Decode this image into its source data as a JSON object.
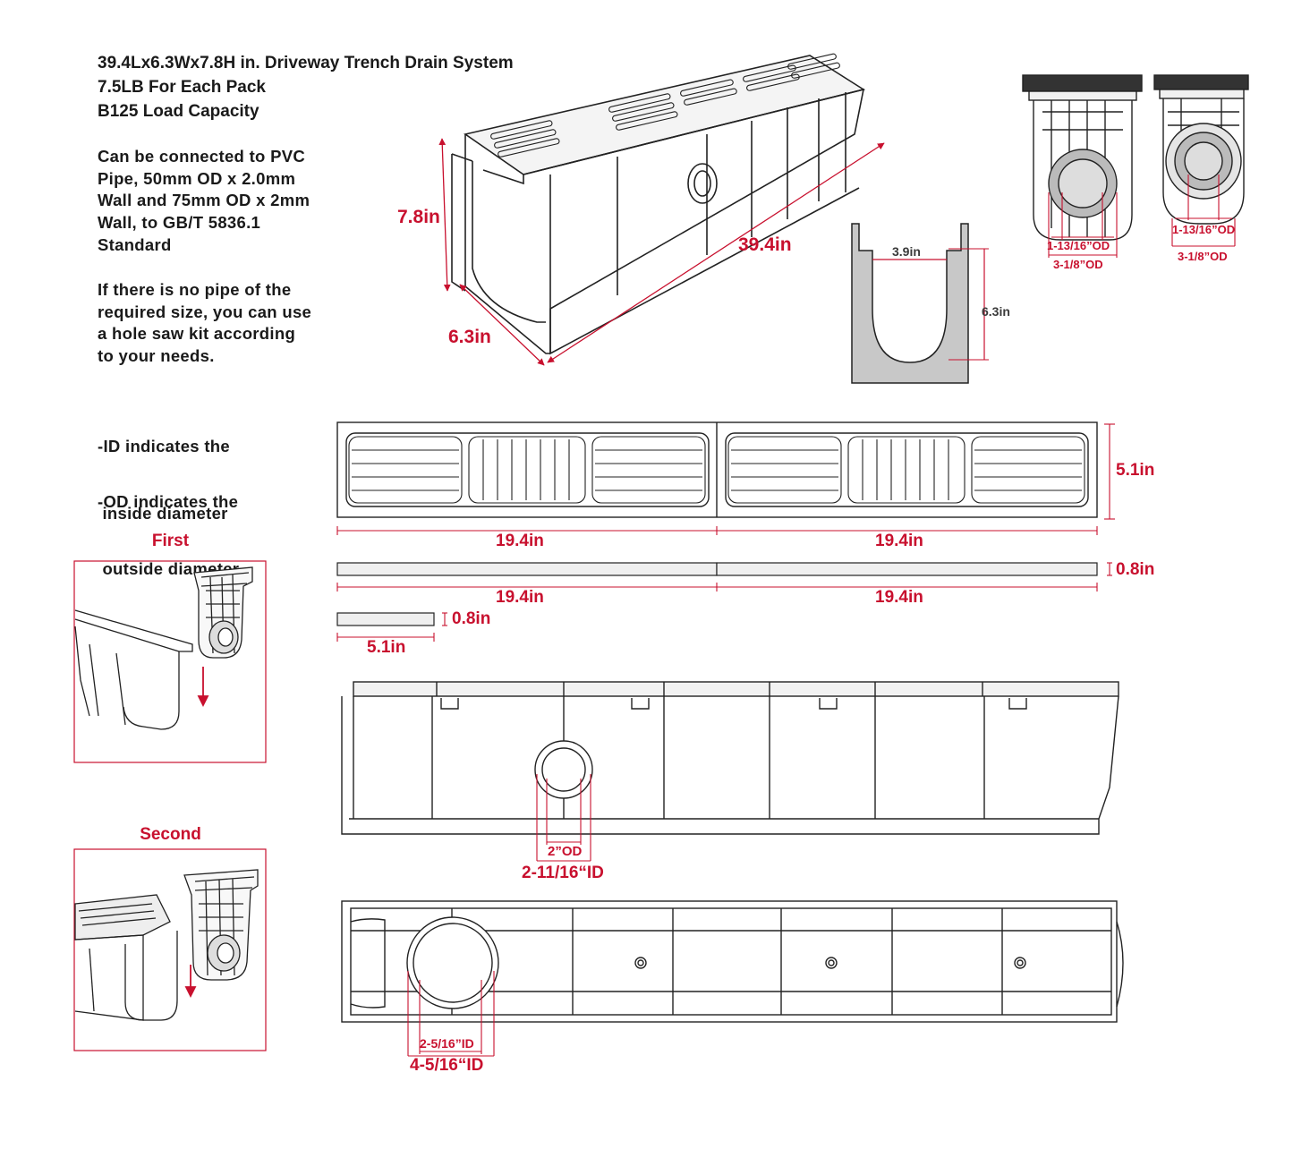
{
  "specs": {
    "line1": "39.4Lx6.3Wx7.8H in. Driveway Trench Drain System",
    "line2": "7.5LB For Each Pack",
    "line3": "B125 Load Capacity"
  },
  "connection_text": [
    "Can be connected to PVC",
    "Pipe, 50mm OD x 2.0mm",
    "Wall and 75mm OD x 2mm",
    "Wall, to GB/T 5836.1",
    "Standard"
  ],
  "holesaw_text": [
    "If there is no pipe of the",
    "required size, you can use",
    "a hole saw kit according",
    "to your needs."
  ],
  "id_note": [
    "-ID indicates the",
    " inside diameter"
  ],
  "od_note": [
    "-OD indicates the",
    " outside diameter"
  ],
  "steps": {
    "first": "First",
    "second": "Second"
  },
  "dims": {
    "height": "7.8in",
    "length": "39.4in",
    "width": "6.3in",
    "section_top": "3.9in",
    "section_height": "6.3in",
    "cap_left_inner": "1-13/16”OD",
    "cap_left_outer": "3-1/8”OD",
    "cap_right_inner": "1-13/16”OD",
    "cap_right_outer": "3-1/8”OD",
    "grate_height": "5.1in",
    "grate_left": "19.4in",
    "grate_right": "19.4in",
    "bar_thickness": "0.8in",
    "bar_left": "19.4in",
    "bar_right": "19.4in",
    "small_thickness": "0.8in",
    "small_length": "5.1in",
    "side_od": "2”OD",
    "side_id": "2-11/16“ID",
    "bottom_inner": "2-5/16”ID",
    "bottom_outer": "4-5/16“ID"
  },
  "colors": {
    "dimension": "#c8102e",
    "outline": "#222222",
    "fill": "#e6e6e6"
  }
}
